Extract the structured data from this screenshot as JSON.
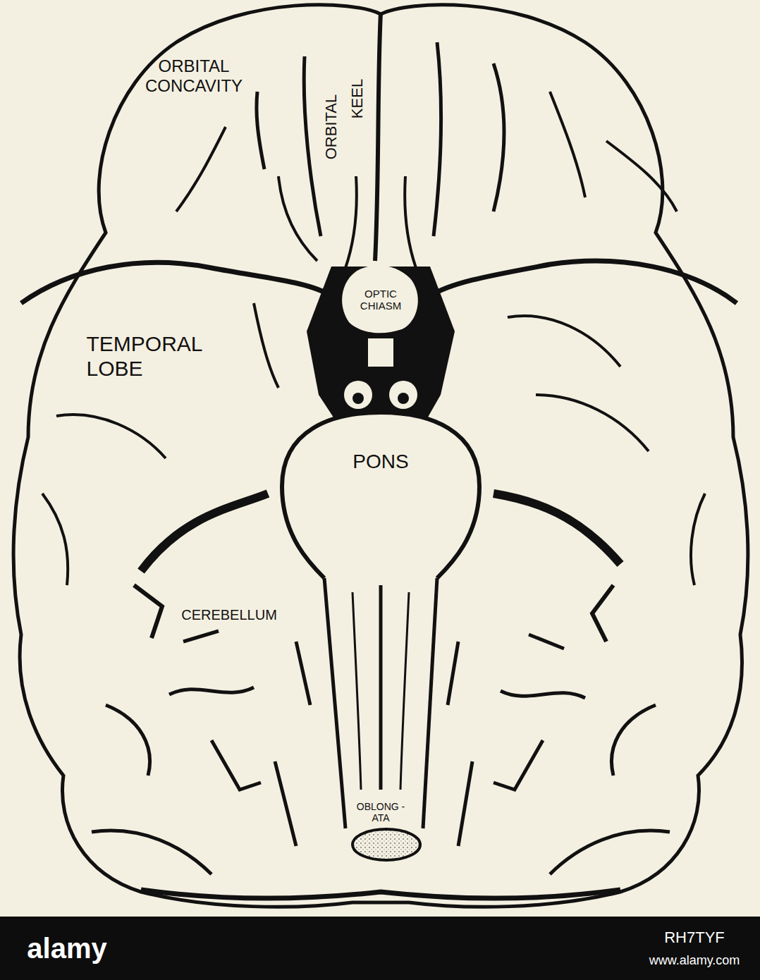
{
  "diagram": {
    "labels": [
      "ORBITAL CONCAVITY",
      "ORBITAL",
      "KEEL",
      "OPTIC CHIASM",
      "TEMPORAL LOBE",
      "PONS",
      "CEREBELLUM",
      "OBLONG -ATA",
      "alamy",
      "RH7TYF",
      "www.alamy.com"
    ]
  }
}
